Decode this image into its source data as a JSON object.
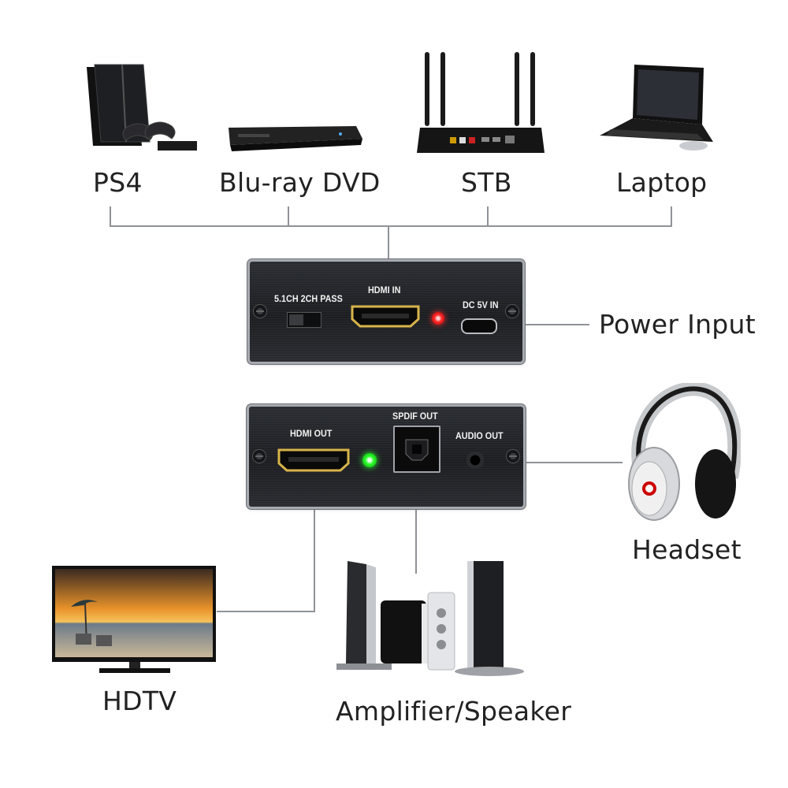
{
  "sources": {
    "ps4": "PS4",
    "bluray": "Blu-ray DVD",
    "stb": "STB",
    "laptop": "Laptop"
  },
  "input_panel": {
    "switch_label": "5.1CH 2CH PASS",
    "hdmi_in": "HDMI IN",
    "dc_in": "DC 5V IN",
    "led_color": "#ff2a2a"
  },
  "power_label": "Power Input",
  "output_panel": {
    "hdmi_out": "HDMI OUT",
    "spdif_out": "SPDIF OUT",
    "audio_out": "AUDIO OUT",
    "led_color": "#2bff2b"
  },
  "outputs": {
    "headset": "Headset",
    "hdtv": "HDTV",
    "amplifier": "Amplifier/Speaker"
  },
  "colors": {
    "connector_line": "#8f9297",
    "hdmi_port_gold": "#d8b44a"
  }
}
